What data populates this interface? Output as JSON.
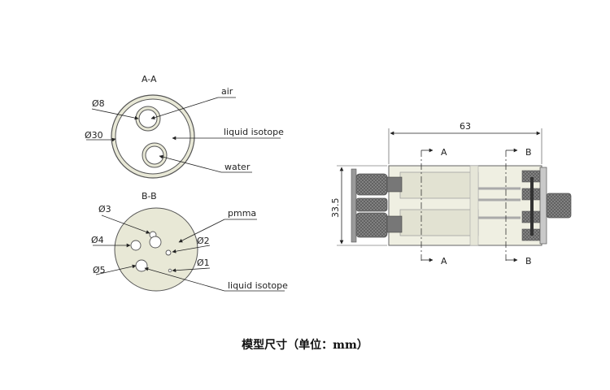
{
  "section_aa": {
    "title": "A-A",
    "dia_inner_tube": "Ø8",
    "dia_outer": "Ø30",
    "label_air": "air",
    "label_liquid": "liquid isotope",
    "label_water": "water"
  },
  "section_bb": {
    "title": "B-B",
    "dia_3": "Ø3",
    "dia_4": "Ø4",
    "dia_5": "Ø5",
    "dia_2": "Ø2",
    "dia_1": "Ø1",
    "label_pmma": "pmma",
    "label_liquid": "liquid isotope"
  },
  "side_view": {
    "length": "63",
    "height": "33.5",
    "cut_a": "A",
    "cut_b": "B"
  },
  "caption": "模型尺寸（单位：mm）",
  "colors": {
    "fill_pmma": "#e8e8d6",
    "outline": "#555555",
    "knurl": "#7a7a7a"
  }
}
